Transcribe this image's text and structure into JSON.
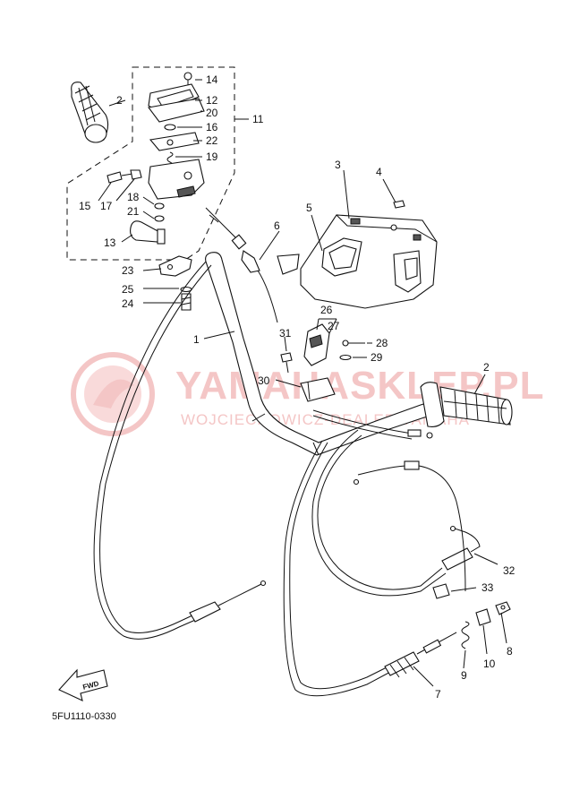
{
  "diagram_code": "5FU1110-0330",
  "watermark": {
    "brand": "YAMAHASKLEP.PL",
    "sub": "WOJCIECHOWICZ-DEALER YAMAHA"
  },
  "fwd_label": "FWD",
  "callouts": {
    "c1": "1",
    "c2a": "2",
    "c2b": "2",
    "c3": "3",
    "c4": "4",
    "c5": "5",
    "c6": "6",
    "c7": "7",
    "c8": "8",
    "c9": "9",
    "c10": "10",
    "c11": "11",
    "c12": "12",
    "c13": "13",
    "c14": "14",
    "c15": "15",
    "c16": "16",
    "c17": "17",
    "c18": "18",
    "c19": "19",
    "c20": "20",
    "c21": "21",
    "c22": "22",
    "c23": "23",
    "c24": "24",
    "c25": "25",
    "c26": "26",
    "c27": "27",
    "c28": "28",
    "c29": "29",
    "c30": "30",
    "c31": "31",
    "c32": "32",
    "c33": "33"
  },
  "colors": {
    "line": "#111111",
    "watermark": "#f4c6c6",
    "background": "#ffffff"
  }
}
